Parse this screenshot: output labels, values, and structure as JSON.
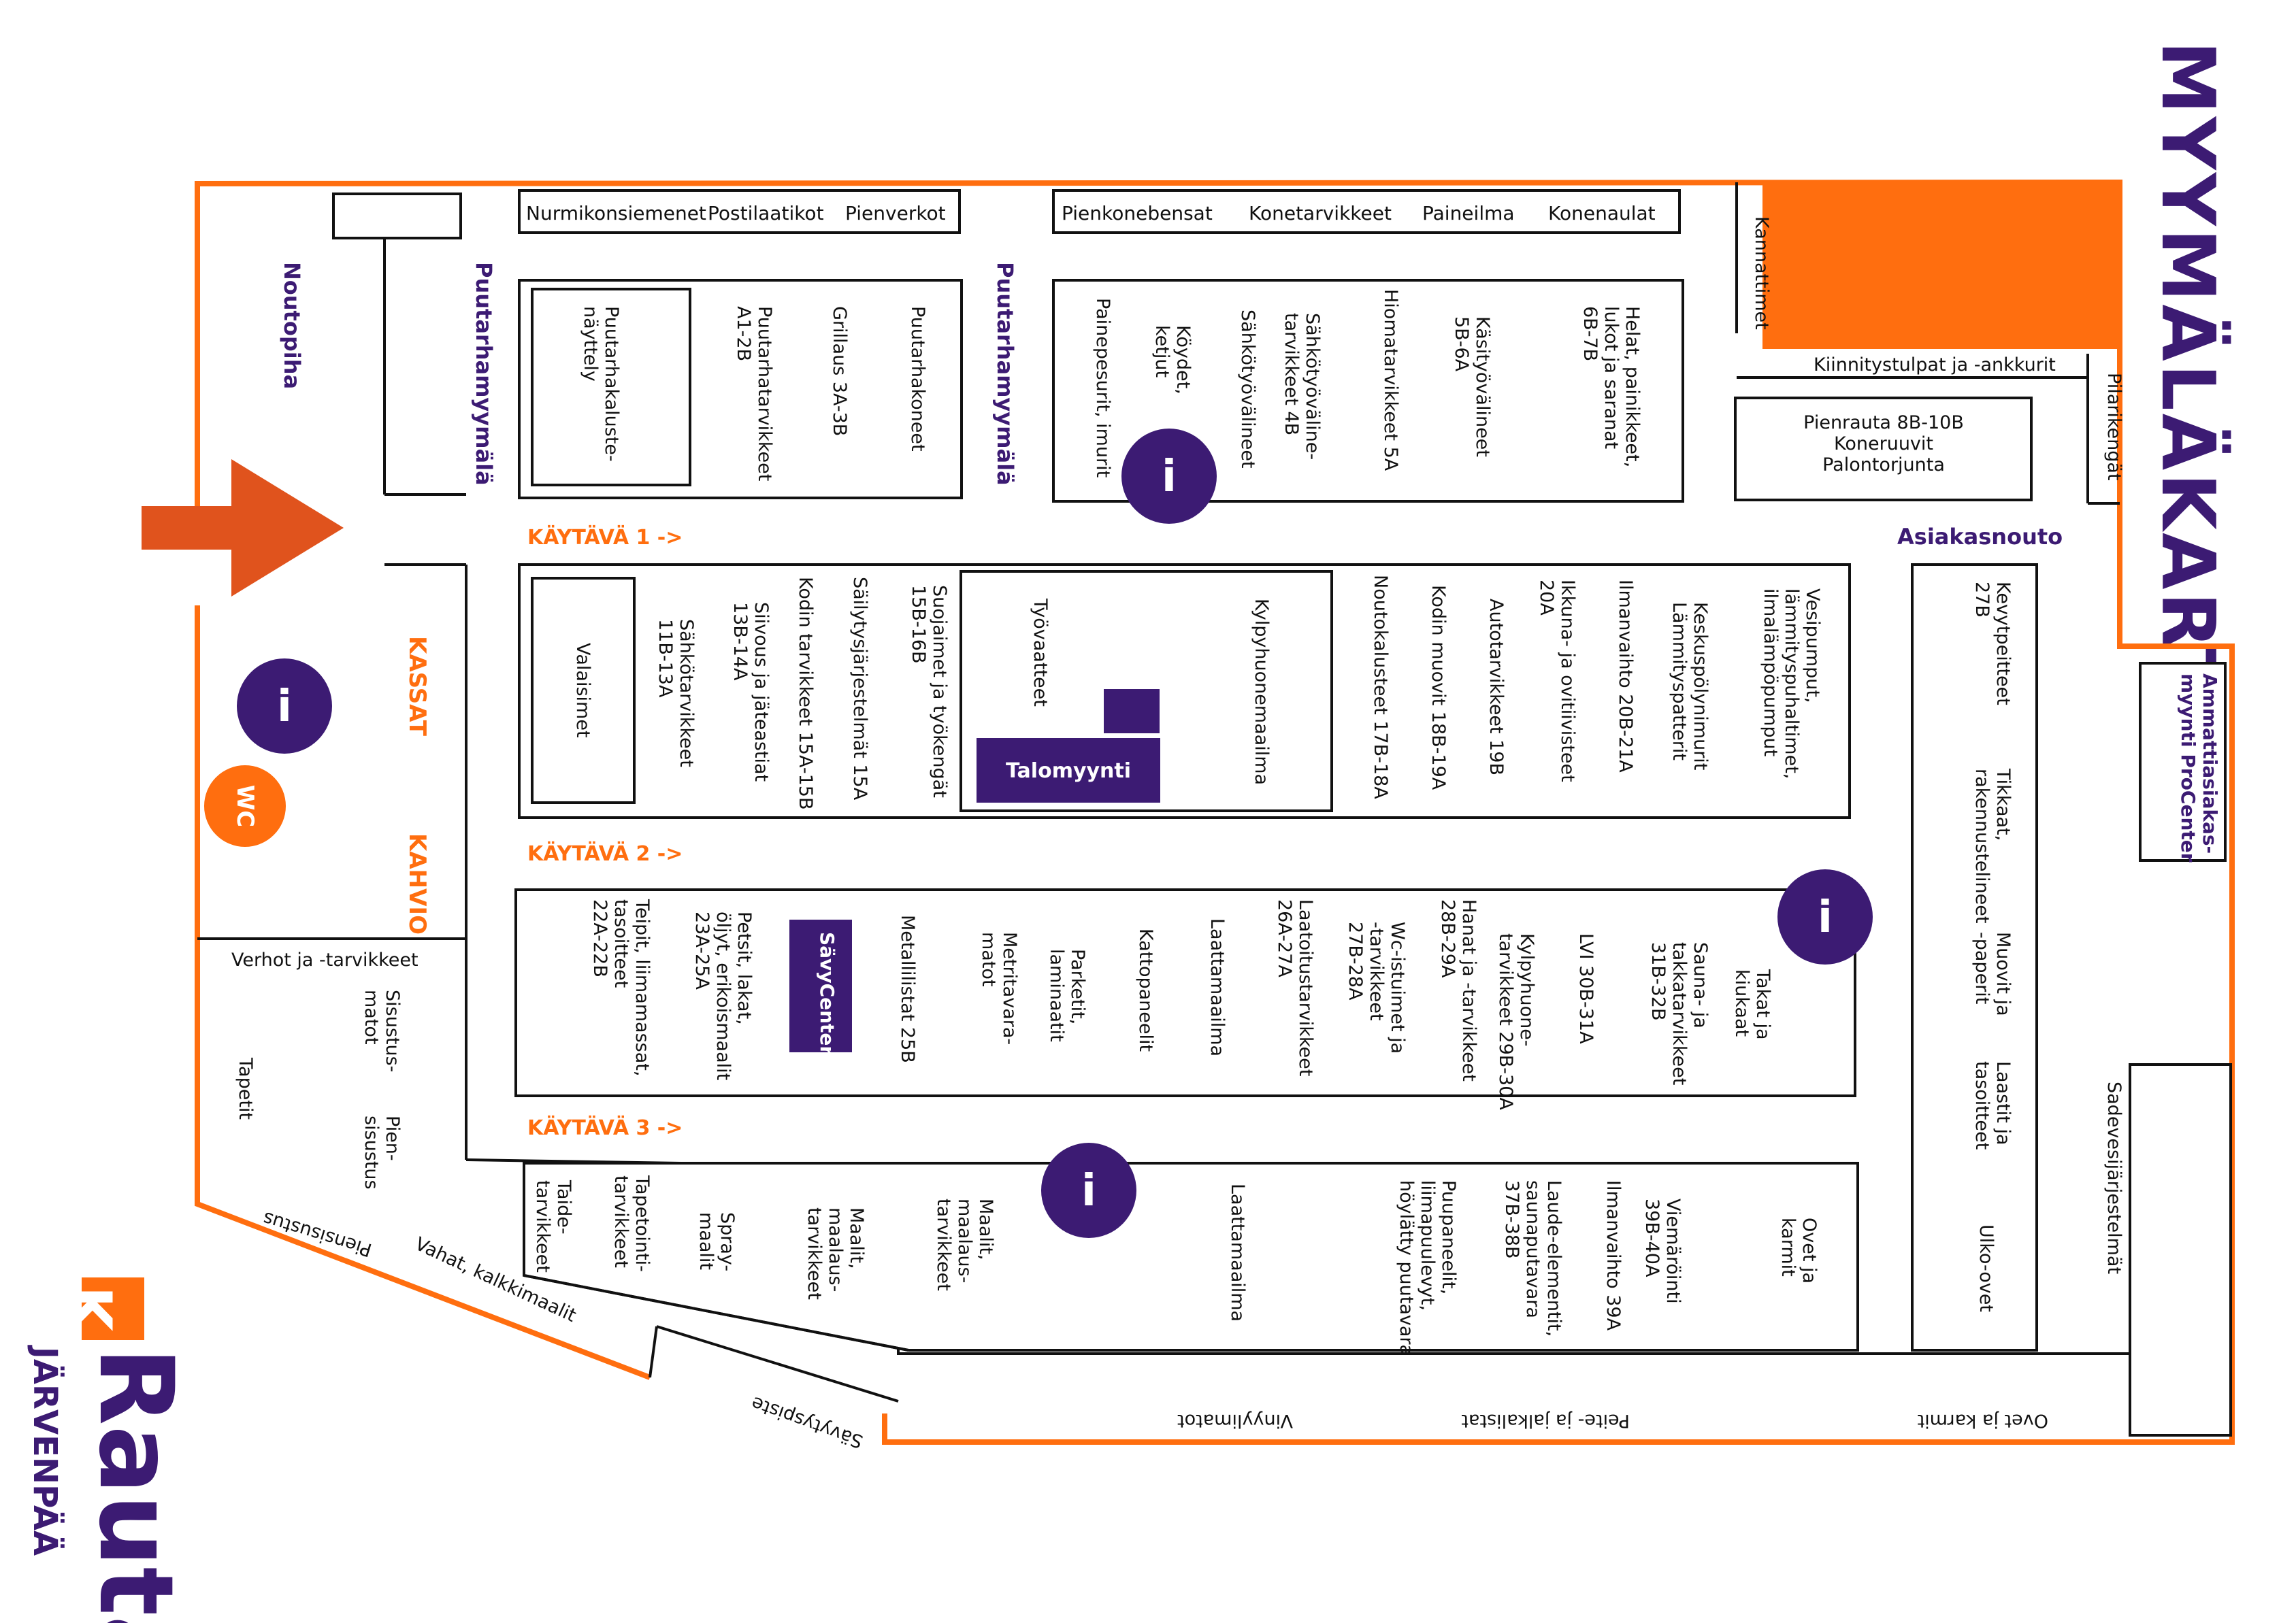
{
  "title": "MYYMÄLÄKARTTA",
  "brand": {
    "k": "K",
    "name": "Rauta",
    "location": "JÄRVENPÄÄ"
  },
  "colors": {
    "orange": "#ff6e0f",
    "purple": "#3c1b73",
    "line": "#111111"
  },
  "icons": {
    "info": "info-icon",
    "wc": "wc-icon",
    "entrance": "entrance-arrow"
  },
  "aisles": {
    "k1": "KÄYTÄVÄ 1 ->",
    "k2": "KÄYTÄVÄ 2 ->",
    "k3": "KÄYTÄVÄ 3 ->"
  },
  "zones": {
    "noutopiha": "Noutopiha",
    "puutarha_left": "Puutarhamyymälä",
    "puutarha_right": "Puutarhamyymälä",
    "kassat": "KASSAT",
    "kahvio": "KAHVIO",
    "asiakasnouto": "Asiakasnouto",
    "ammattiasiakas": "Ammattiasiakas-\nmyynti ProCenter",
    "wc": "WC",
    "talomyynti": "Talomyynti",
    "savycenter": "SävyCenter"
  },
  "top_left_bar": {
    "a": "Nurmikonsiemenet",
    "b": "Postilaatikot",
    "c": "Pienverkot"
  },
  "top_right_bar": {
    "a": "Pienkonebensat",
    "b": "Konetarvikkeet",
    "c": "Paineilma",
    "d": "Konenaulat"
  },
  "garden": {
    "a": "Puutarhakoneet",
    "b": "Grillaus 3A-3B",
    "c": "Puutarhatarvikkeet\nA1-2B",
    "d": "Puutarhakaluste-\nnäyttely"
  },
  "hardware": {
    "a": "Helat, painikkeet,\nlukot ja saranat\n6B-7B",
    "b": "Käsityövälineet\n5B-6A",
    "c": "Hiomatarvikkeet 5A",
    "d": "Sähkötyöväline-\ntarvikkeet 4B",
    "e": "Sähkötyövälineet",
    "f": "Köydet,\nketjut",
    "g": "Painepesurit, imurit"
  },
  "right_top": {
    "kannattimet": "Kannattimet",
    "kiinnitys": "Kiinnitystulpat ja -ankkurit",
    "pienrauta": "Pienrauta 8B-10B\nKoneruuvit\nPalontorjunta",
    "pilarikengat": "Pilarikengät"
  },
  "aisle1": {
    "a": "Vesipumput,\nlämmityspuhaltimet,\nilmalämpöpumput",
    "b": "Keskuspölynimurit\nLämmityspatterit",
    "c": "Ilmanvaihto 20B-21A",
    "d": "Ikkuna- ja ovitiivisteet\n20A",
    "e": "Autotarvikkeet 19B",
    "f": "Kodin muovit 18B-19A",
    "g": "Noutokalusteet 17B-18A",
    "h": "Kylpyhuonemaailma",
    "i": "Työvaatteet",
    "j": "Suojaimet ja työkengät\n15B-16B",
    "k": "Säilytysjärjestelmät 15A",
    "l": "Kodin tarvikkeet 15A-15B",
    "m": "Siivous ja jäteastiat\n13B-14A",
    "n": "Sähkötarvikkeet\n11B-13A",
    "o": "Valaisimet"
  },
  "pro_column": {
    "a": "Kevytpeitteet\n27B",
    "b": "Tikkaat,\nrakennustelineet",
    "c": "Muovit ja\n-paperit",
    "d": "Laastit ja\ntasoitteet",
    "e": "Ulko-ovet"
  },
  "aisle2": {
    "a": "Takat ja\nkiukaat",
    "b": "Sauna- ja\ntakkatarvikkeet\n31B-32B",
    "c": "LVI 30B-31A",
    "d": "Kylpyhuone-\ntarvikkeet 29B-30A",
    "e": "Hanat ja -tarvikkeet\n28B-29A",
    "f": "Wc-istuimet ja\n-tarvikkeet\n27B-28A",
    "g": "Laatoitustarvikkeet\n26A-27A",
    "h": "Laattamaailma",
    "i": "Kattopaneelit",
    "j": "Parketit,\nlaminaatit",
    "k": "Metritavara-\nmatot",
    "l": "Metallilistat 25B",
    "m": "Petsit, lakat,\nöljyt, erikoismaalit\n23A-25A",
    "n": "Teipit, liimamassat,\ntasoitteet\n22A-22B"
  },
  "left_lower": {
    "verhot": "Verhot ja -tarvikkeet",
    "sisustusmatot": "Sisustus-\nmatot",
    "tapetit": "Tapetit",
    "piensisustus": "Pien-\nsisustus"
  },
  "aisle3": {
    "a": "Ovet ja\nkarmit",
    "b": "Viemäröinti\n39B-40A",
    "c": "Ilmanvaihto 39A",
    "d": "Laude-elementit,\nsaunaputavara\n37B-38B",
    "e": "Puupaneelit,\nliimapuulevyt,\nhöylätty puutavara",
    "f": "Laattamaailma",
    "g": "Maalit,\nmaalaus-\ntarvikkeet",
    "h": "Maalit,\nmaalaus-\ntarvikkeet",
    "i": "Spray-\nmaalit",
    "j": "Tapetointi-\ntarvikkeet",
    "k": "Taide-\ntarvikkeet"
  },
  "sadevesi": "Sadevesijärjestelmät",
  "bottom_wall": {
    "ovet": "Ovet ja karmit",
    "peite": "Peite- ja jalkalistat",
    "vinyyli": "Vinyylimatot",
    "savy": "Sävytyspiste",
    "vahat": "Vahat, kalkkimaalit",
    "pien": "Piensisustus"
  }
}
